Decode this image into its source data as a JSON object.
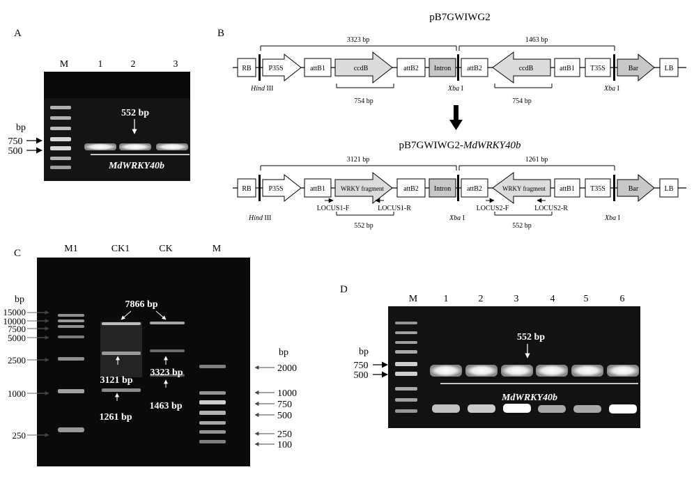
{
  "panel_a": {
    "label": "A",
    "lanes": [
      "M",
      "1",
      "2",
      "3"
    ],
    "unit": "bp",
    "markers": [
      "750",
      "500"
    ],
    "band_size": "552 bp",
    "gene": "MdWRKY40b"
  },
  "panel_b": {
    "label": "B",
    "vector_top": "pB7GWIWG2",
    "vector_bottom_prefix": "pB7GWIWG2-",
    "vector_bottom_gene": "MdWRKY40b",
    "top": {
      "size_left": "3323 bp",
      "size_right": "1463 bp",
      "size_under_left": "754 bp",
      "size_under_right": "754 bp",
      "elements": [
        "RB",
        "P35S",
        "attB1",
        "ccdB",
        "attB2",
        "Intron",
        "attB2",
        "ccdB",
        "attB1",
        "T35S",
        "Bar",
        "LB"
      ]
    },
    "bottom": {
      "size_left": "3121 bp",
      "size_right": "1261 bp",
      "size_under_left": "552 bp",
      "size_under_right": "552 bp",
      "elements": [
        "RB",
        "P35S",
        "attB1",
        "WRKY fragment",
        "attB2",
        "Intron",
        "attB2",
        "WRKY fragment",
        "attB1",
        "T35S",
        "Bar",
        "LB"
      ],
      "primers": [
        "LOCUS1-F",
        "LOCUS1-R",
        "LOCUS2-F",
        "LOCUS2-R"
      ]
    },
    "sites": {
      "hind_italic": "Hind",
      "hind_roman": " III",
      "xba_italic": "Xba",
      "xba_roman": " I"
    }
  },
  "panel_c": {
    "label": "C",
    "lanes": [
      "M1",
      "CK1",
      "CK",
      "M"
    ],
    "unit_left": "bp",
    "unit_right": "bp",
    "left_markers": [
      "15000",
      "10000",
      "7500",
      "5000",
      "2500",
      "1000",
      "250"
    ],
    "right_markers": [
      "2000",
      "1000",
      "750",
      "500",
      "250",
      "100"
    ],
    "bands": [
      "7866 bp",
      "3121 bp",
      "1261 bp",
      "3323 bp",
      "1463 bp"
    ]
  },
  "panel_d": {
    "label": "D",
    "lanes": [
      "M",
      "1",
      "2",
      "3",
      "4",
      "5",
      "6"
    ],
    "unit": "bp",
    "markers": [
      "750",
      "500"
    ],
    "band_size": "552 bp",
    "gene": "MdWRKY40b"
  }
}
